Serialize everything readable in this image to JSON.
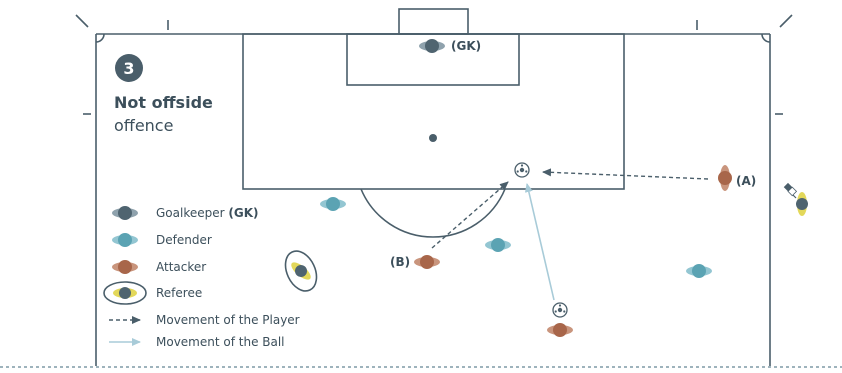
{
  "scenario": {
    "number": "3",
    "title": "Not offside",
    "subtitle": "offence"
  },
  "labels": {
    "goalkeeper": "(GK)",
    "attacker_a": "(A)",
    "attacker_b": "(B)"
  },
  "legend": {
    "items": [
      {
        "label": "Goalkeeper",
        "suffix": "(GK)"
      },
      {
        "label": "Defender"
      },
      {
        "label": "Attacker"
      },
      {
        "label": "Referee"
      },
      {
        "label": "Movement of the Player"
      },
      {
        "label": "Movement of the Ball"
      }
    ]
  },
  "colors": {
    "line": "#4a5e6a",
    "goalkeeper": "#4f6470",
    "defender": "#5ba3b3",
    "attacker": "#a8664a",
    "referee_yellow": "#e3d85a",
    "ball_arrow": "#a8cbd8",
    "text": "#3c4f5b"
  }
}
